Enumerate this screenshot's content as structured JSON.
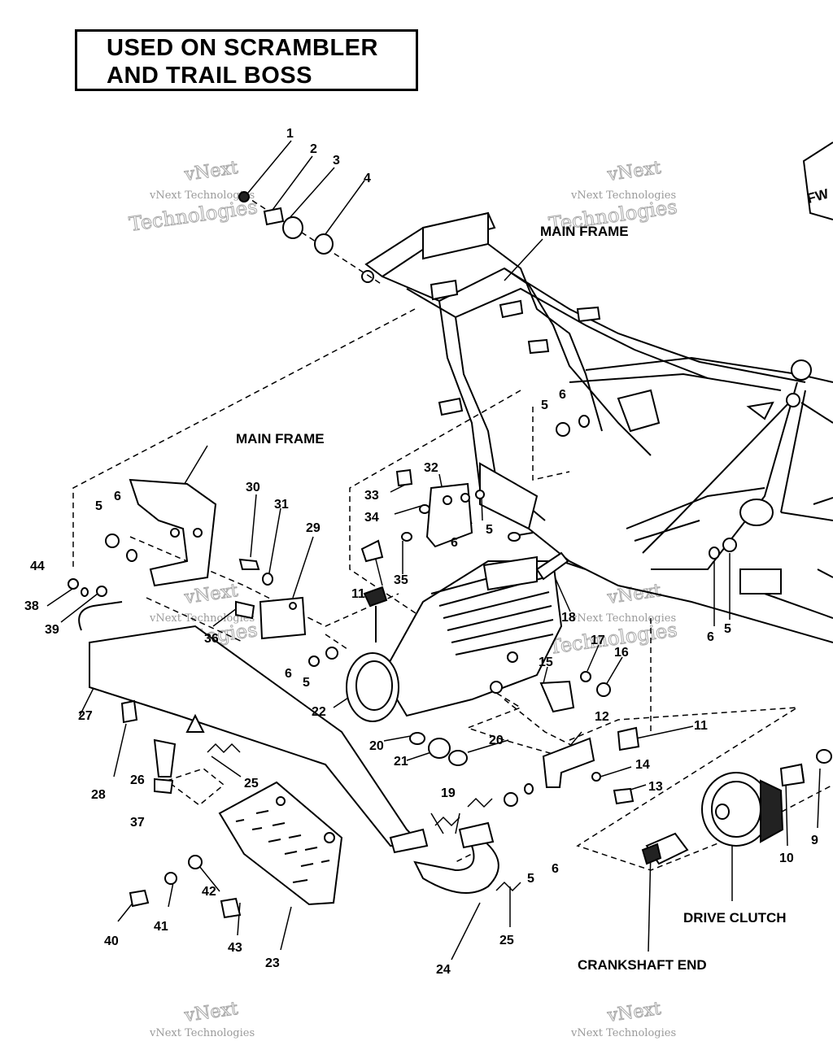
{
  "title": {
    "line1": "USED ON SCRAMBLER",
    "line2": "AND TRAIL BOSS"
  },
  "labels": {
    "main_frame_top": "MAIN FRAME",
    "main_frame_left": "MAIN FRAME",
    "drive_clutch": "DRIVE CLUTCH",
    "crankshaft_end": "CRANKSHAFT END",
    "fwd": "FW"
  },
  "watermark": {
    "line1": "vNext",
    "line2": "vNext Technologies",
    "line3": "Technologies"
  },
  "callouts": [
    "1",
    "2",
    "3",
    "4",
    "5",
    "6",
    "5",
    "6",
    "30",
    "31",
    "29",
    "33",
    "32",
    "34",
    "35",
    "11",
    "6",
    "5",
    "44",
    "38",
    "39",
    "36",
    "6",
    "5",
    "22",
    "18",
    "15",
    "17",
    "16",
    "6",
    "5",
    "27",
    "28",
    "26",
    "37",
    "25",
    "20",
    "21",
    "20",
    "12",
    "11",
    "14",
    "13",
    "19",
    "5",
    "6",
    "42",
    "40",
    "41",
    "43",
    "23",
    "24",
    "25",
    "10",
    "9"
  ]
}
